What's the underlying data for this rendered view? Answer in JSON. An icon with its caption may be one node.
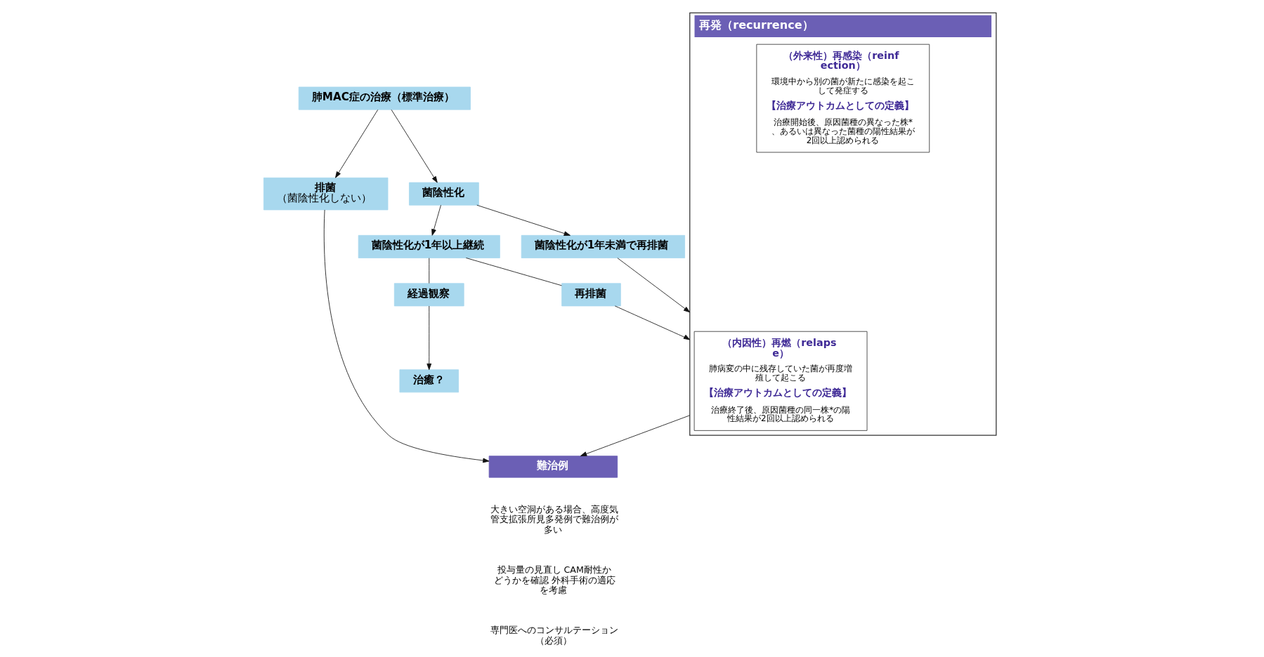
{
  "diagram": {
    "nodes": [
      {
        "text": [
          "肺MAC症の治療（標準治療）"
        ]
      },
      {
        "text": [
          "排菌",
          "（菌陰性化しない）"
        ]
      },
      {
        "text": [
          "菌陰性化"
        ]
      },
      {
        "text": [
          "菌陰性化が1年未満で再排菌"
        ]
      },
      {
        "text": [
          "菌陰性化が1年以上継続"
        ]
      },
      {
        "text": [
          "再排菌"
        ]
      },
      {
        "text": [
          "経過観察"
        ]
      },
      {
        "text": [
          "治癒？"
        ]
      },
      {
        "text": [
          "難治例"
        ],
        "beside": [
          "大きい空洞がある場合、高度気管支拡張所見多発例で難治例が多い",
          "投与量の見直し CAM耐性かどうかを確認 外科手術の適応を考慮",
          "専門医へのコンサルテーション（必須）"
        ]
      },
      {
        "text": [
          "再発（recurrence）"
        ]
      },
      {
        "text": [
          "（内因性）再燃（relapse）",
          "肺病変の中に残存していた菌が再度増殖して起こる",
          "【治療アウトカムとしての定義】",
          "治療終了後、原因菌種の同一株*の陽性結果が2回以上認められる"
        ],
        "in": 9
      },
      {
        "text": [
          "（外来性）再感染（reinfection）",
          "環境中から別の菌が新たに感染を起こして発症する",
          "【治療アウトカムとしての定義】",
          "治療開始後、原因菌種の異なった株*、あるいは異なった菌種の陽性結果が2回以上認められる"
        ],
        "in": 9
      }
    ],
    "edges": [
      {
        "from": 0,
        "to": 1,
        "arrow": "to"
      },
      {
        "from": 0,
        "to": 2,
        "arrow": "to"
      },
      {
        "from": 2,
        "to": 3,
        "arrow": "to"
      },
      {
        "from": 2,
        "to": 4,
        "arrow": "to"
      },
      {
        "from": 1,
        "to": 8,
        "arrow": "to"
      },
      {
        "from": 3,
        "to": 9,
        "arrow": "to"
      },
      {
        "from": 4,
        "to": 5,
        "arrow": "none"
      },
      {
        "from": 5,
        "to": 9,
        "arrow": "to"
      },
      {
        "from": 4,
        "to": 6,
        "arrow": "none"
      },
      {
        "from": 6,
        "to": 7,
        "arrow": "to"
      },
      {
        "from": 9,
        "to": 8,
        "arrow": "to"
      }
    ]
  }
}
